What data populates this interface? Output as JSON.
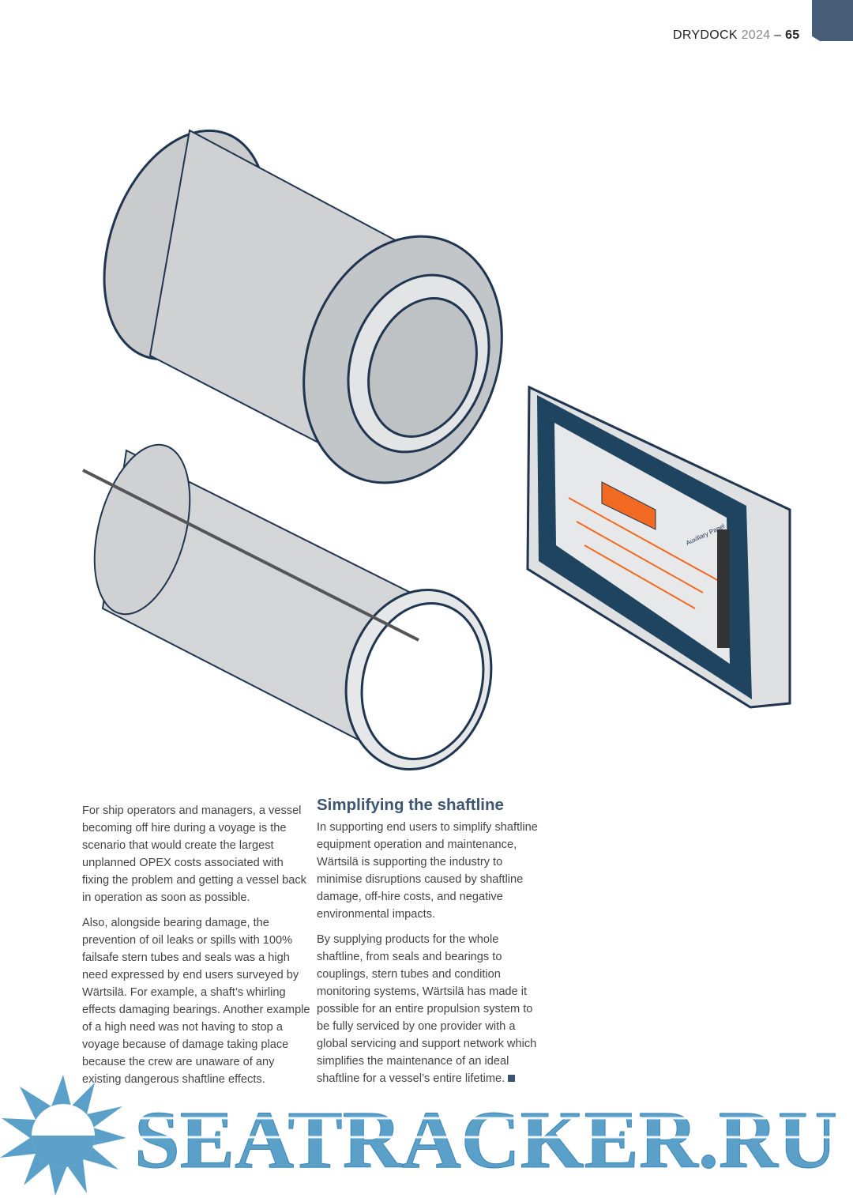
{
  "header": {
    "publication": "DRYDOCK",
    "year": "2024",
    "separator": "–",
    "page_number": "65"
  },
  "illustration": {
    "screen_label": "Auxiliary Panel"
  },
  "article": {
    "left_paragraphs": [
      "For ship operators and managers, a vessel becoming off hire during a voyage is the scenario that would create the largest unplanned OPEX costs associated with fixing the problem and getting a vessel back in operation as soon as possible.",
      "Also, alongside bearing damage, the prevention of oil leaks or spills with 100% failsafe stern tubes and seals was a high need expressed by end users surveyed by Wärtsilä. For example, a shaft’s whirling effects damaging bearings. Another example of a high need was not having to stop a voyage because of damage taking place because the crew are unaware of any existing dangerous shaftline effects."
    ],
    "heading": "Simplifying the shaftline",
    "right_paragraphs": [
      "In supporting end users to simplify shaftline equipment operation and maintenance, Wärtsilä is supporting the industry to minimise disruptions caused by shaftline damage, off-hire costs, and negative environmental impacts.",
      "By supplying products for the whole shaftline, from seals and bearings to couplings, stern tubes and condition monitoring systems, Wärtsilä has made it possible for an entire propulsion system to be fully serviced by one provider with a global servicing and support network which simplifies the maintenance of an ideal shaftline for a vessel’s entire lifetime."
    ]
  },
  "watermark": {
    "text": "SEATRACKER.RU"
  },
  "colors": {
    "accent": "#475d78",
    "heading": "#3d5570",
    "outline": "#1f3550",
    "screen_orange": "#f26a21",
    "watermark": "#5aa0c8"
  }
}
